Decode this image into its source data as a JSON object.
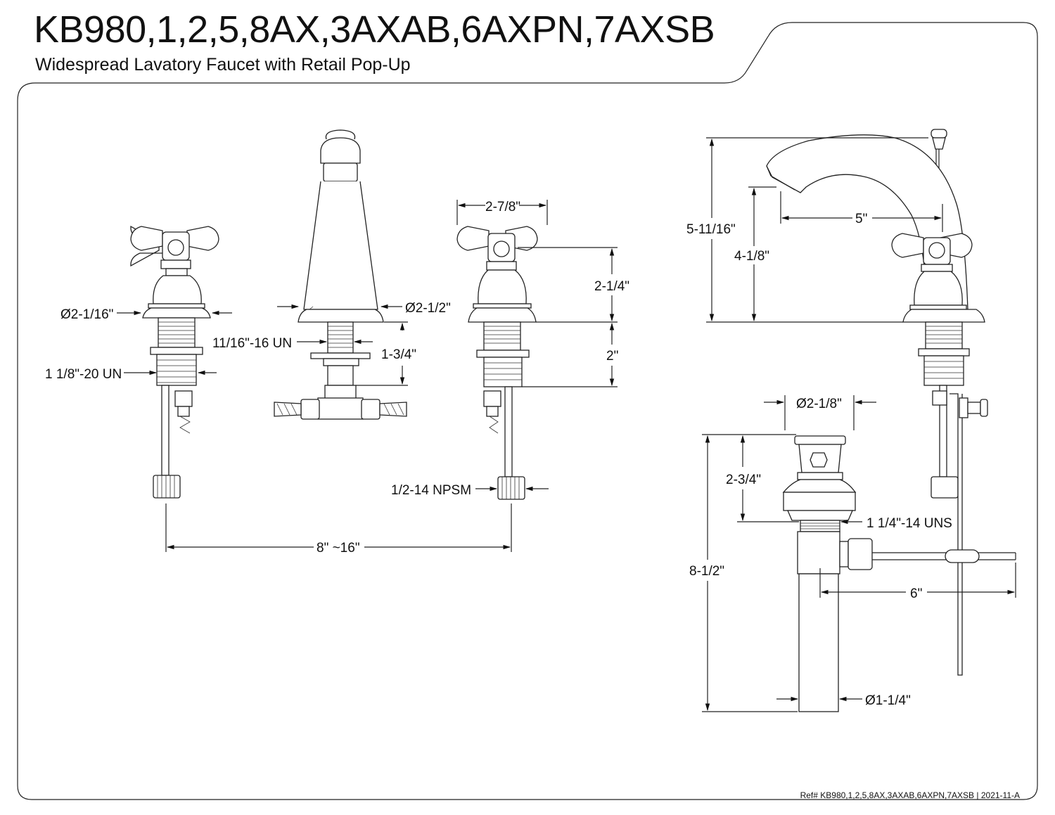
{
  "header": {
    "title": "KB980,1,2,5,8AX,3AXAB,6AXPN,7AXSB",
    "subtitle": "Widespread Lavatory Faucet with Retail Pop-Up"
  },
  "dimensions": {
    "handle_flange_dia": "Ø2-1/16\"",
    "handle_thread": "1 1/8\"-20 UN",
    "spout_flange_dia": "Ø2-1/2\"",
    "spout_thread": "11/16\"-16 UN",
    "spout_shank": "1-3/4\"",
    "handle_width": "2-7/8\"",
    "handle_height": "2-1/4\"",
    "handle_shank": "2\"",
    "supply_connection": "1/2-14 NPSM",
    "centers": "8\" ~16\"",
    "overall_height": "5-11/16\"",
    "spout_height": "4-1/8\"",
    "spout_reach": "5\"",
    "drain_flange_dia": "Ø2-1/8\"",
    "drain_body_height": "2-3/4\"",
    "drain_thread": "1 1/4\"-14 UNS",
    "drain_overall": "8-1/2\"",
    "pivot_rod": "6\"",
    "tailpiece_dia": "Ø1-1/4\""
  },
  "footer": {
    "ref": "Ref# KB980,1,2,5,8AX,3AXAB,6AXPN,7AXSB | 2021-11-A"
  }
}
